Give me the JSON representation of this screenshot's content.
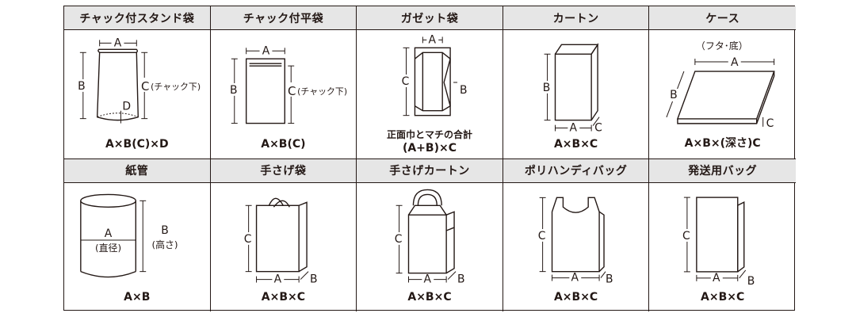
{
  "cells": [
    {
      "title": "チャック付スタンド袋",
      "formula": "A×B(C)×D",
      "labels": {
        "a": "A",
        "b": "B",
        "c": "C",
        "c_note": "(チャック下)",
        "d": "D"
      }
    },
    {
      "title": "チャック付平袋",
      "formula": "A×B(C)",
      "labels": {
        "a": "A",
        "b": "B",
        "c": "C",
        "c_note": "(チャック下)"
      }
    },
    {
      "title": "ガゼット袋",
      "formula": "(A+B)×C",
      "note": "正面巾とマチの合計",
      "labels": {
        "a": "A",
        "b": "B",
        "c": "C"
      }
    },
    {
      "title": "カートン",
      "formula": "A×B×C",
      "labels": {
        "a": "A",
        "b": "B",
        "c": "C"
      }
    },
    {
      "title": "ケース",
      "formula": "A×B×(深さ)C",
      "labels": {
        "a": "A",
        "b": "B",
        "c": "C",
        "top_note": "（フタ･底）"
      }
    },
    {
      "title": "紙管",
      "formula": "A×B",
      "labels": {
        "a": "A",
        "a_note": "(直径)",
        "b": "B",
        "b_note": "(高さ)"
      }
    },
    {
      "title": "手さげ袋",
      "formula": "A×B×C",
      "labels": {
        "a": "A",
        "b": "B",
        "c": "C"
      }
    },
    {
      "title": "手さげカートン",
      "formula": "A×B×C",
      "labels": {
        "a": "A",
        "b": "B",
        "c": "C"
      }
    },
    {
      "title": "ポリハンディバッグ",
      "formula": "A×B×C",
      "labels": {
        "a": "A",
        "b": "B",
        "c": "C"
      }
    },
    {
      "title": "発送用バッグ",
      "formula": "A×B×C",
      "labels": {
        "a": "A",
        "b": "B",
        "c": "C"
      }
    }
  ]
}
